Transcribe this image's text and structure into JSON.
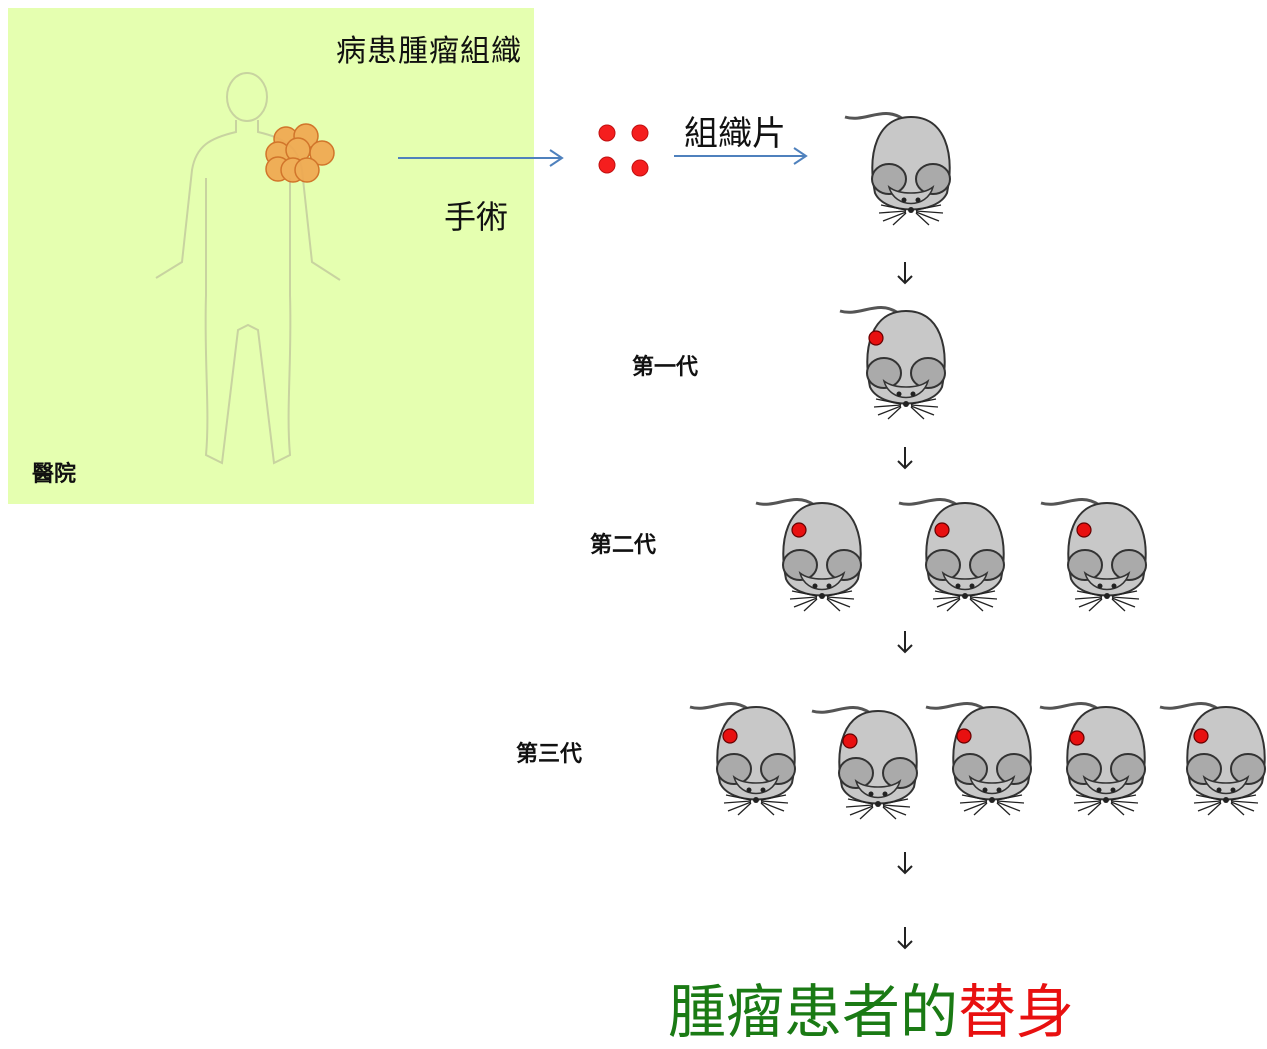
{
  "hospital_panel": {
    "title": "病患腫瘤組織",
    "footer": "醫院"
  },
  "steps": {
    "surgery": "手術",
    "tissue_slice": "組織片"
  },
  "generations": {
    "first": "第一代",
    "second": "第二代",
    "third": "第三代"
  },
  "result": {
    "part1": "腫瘤患者的",
    "part2": "替身"
  },
  "colors": {
    "panel_bg": "#e5ffb0",
    "arrow": "#4f81bd",
    "tumor": "#f0a850",
    "tumor_dot": "#e81010",
    "mouse": "#c8c8c8",
    "result_green": "#1a7a14",
    "result_red": "#e81010"
  }
}
